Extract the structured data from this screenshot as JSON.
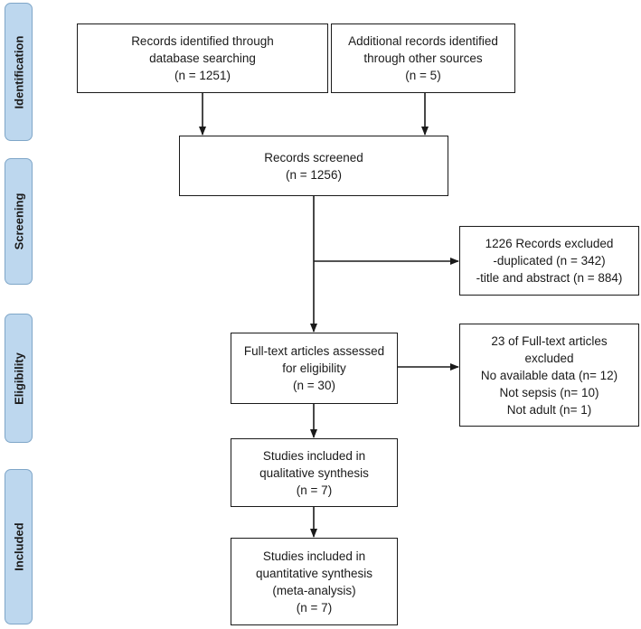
{
  "phases": {
    "identification": "Identification",
    "screening": "Screening",
    "eligibility": "Eligibility",
    "included": "Included"
  },
  "boxes": {
    "database": {
      "line1": "Records identified through",
      "line2": "database searching",
      "line3": "(n = 1251)"
    },
    "other_sources": {
      "line1": "Additional records identified",
      "line2": "through other sources",
      "line3": "(n = 5)"
    },
    "screened": {
      "line1": "Records screened",
      "line2": "(n = 1256)"
    },
    "excluded_screening": {
      "line1": "1226 Records excluded",
      "line2": "-duplicated (n = 342)",
      "line3": "-title and abstract (n = 884)"
    },
    "full_text": {
      "line1": "Full-text articles assessed",
      "line2": "for eligibility",
      "line3": "(n = 30)"
    },
    "excluded_fulltext": {
      "line1": "23 of Full-text articles",
      "line2": "excluded",
      "line3": "No available data (n= 12)",
      "line4": "Not sepsis (n= 10)",
      "line5": "Not adult (n= 1)"
    },
    "qualitative": {
      "line1": "Studies included in",
      "line2": "qualitative synthesis",
      "line3": "(n = 7)"
    },
    "quantitative": {
      "line1": "Studies included in",
      "line2": "quantitative synthesis",
      "line3": "(meta-analysis)",
      "line4": "(n = 7)"
    }
  },
  "colors": {
    "phase_fill": "#bdd7ee",
    "phase_border": "#7fa6c8",
    "line": "#1a1a1a"
  }
}
